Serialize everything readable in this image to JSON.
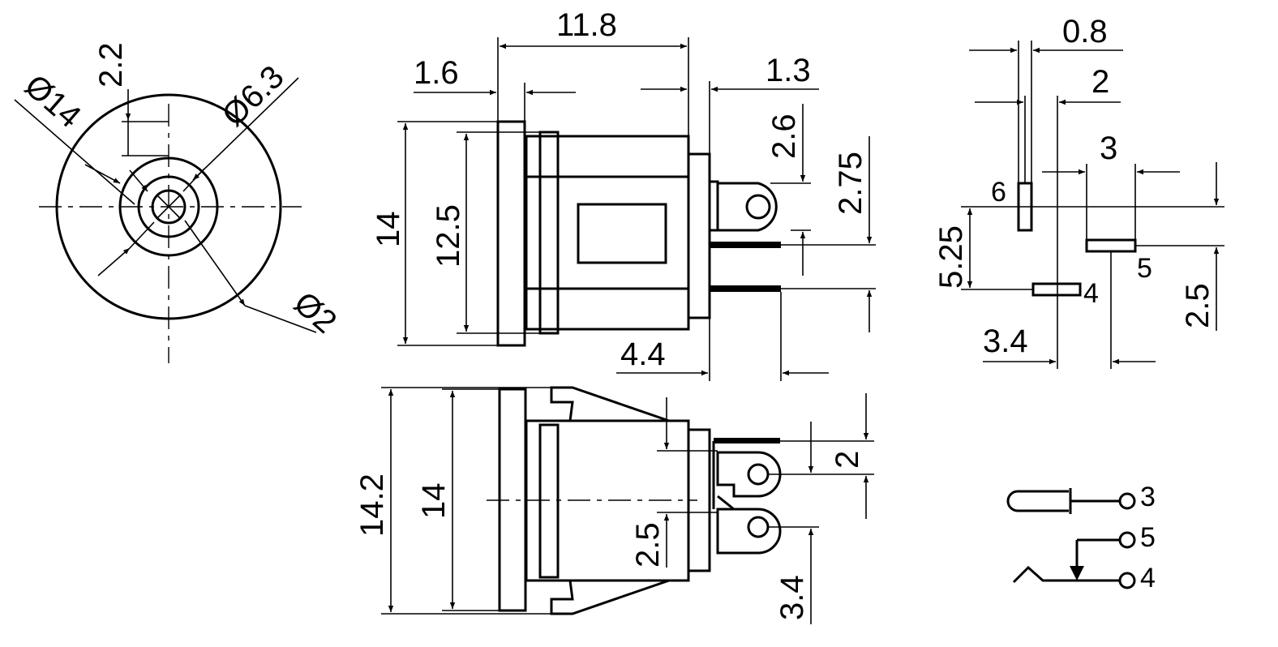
{
  "dimensions": {
    "front_dia_outer": "Ø14",
    "front_top_offset": "2.2",
    "front_dia_inner": "Ø6.3",
    "front_dia_pin": "Ø2",
    "side_length": "11.8",
    "side_flange": "1.6",
    "side_back": "1.3",
    "side_height": "14",
    "side_inner_height": "12.5",
    "side_lug_top": "2.6",
    "side_pin_top": "2.75",
    "side_pin_length": "4.4",
    "bottom_outer": "14.2",
    "bottom_inner": "14",
    "bottom_pin_pitch": "2",
    "bottom_pin_offset": "2.5",
    "bottom_pin_low": "3.4",
    "foot_width_small": "0.8",
    "foot_width": "2",
    "foot_pad": "3",
    "foot_vertical": "5.25",
    "foot_lower": "2.5",
    "foot_horizontal": "3.4"
  },
  "pins": {
    "p6": "6",
    "p5": "5",
    "p4": "4",
    "s3": "3",
    "s5": "5",
    "s4": "4"
  }
}
